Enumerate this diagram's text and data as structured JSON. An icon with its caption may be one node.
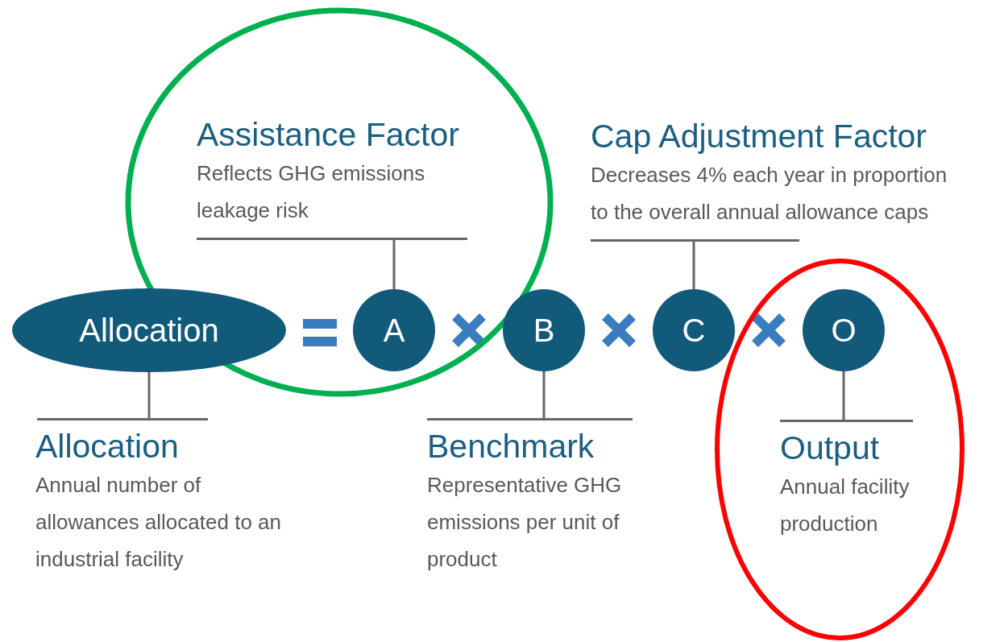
{
  "diagram": {
    "nodes": [
      {
        "text": [
          "Allocation"
        ]
      },
      {
        "text": [
          "A"
        ]
      },
      {
        "text": [
          "B"
        ]
      },
      {
        "text": [
          "C"
        ]
      },
      {
        "text": [
          "O"
        ]
      },
      {
        "text": [
          "Assistance Factor",
          "Reflects GHG emissions leakage risk"
        ]
      },
      {
        "text": [
          "Cap Adjustment Factor",
          "Decreases 4% each year in proportion to the overall annual allowance caps"
        ]
      },
      {
        "text": [
          "Allocation",
          "Annual number of allowances allocated to an industrial facility"
        ]
      },
      {
        "text": [
          "Benchmark",
          "Representative GHG emissions per unit of product"
        ]
      },
      {
        "text": [
          "Output",
          "Annual facility production"
        ]
      }
    ],
    "edges": [
      {
        "from": 5,
        "to": 1,
        "arrow": "none"
      },
      {
        "from": 6,
        "to": 3,
        "arrow": "none"
      },
      {
        "from": 0,
        "to": 7,
        "arrow": "none"
      },
      {
        "from": 2,
        "to": 8,
        "arrow": "none"
      },
      {
        "from": 4,
        "to": 9,
        "arrow": "none"
      }
    ]
  }
}
